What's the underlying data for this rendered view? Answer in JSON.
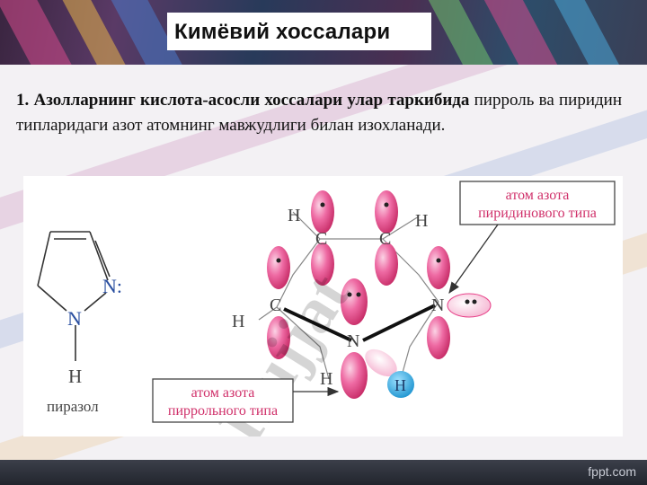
{
  "slide_title": "Кимёвий хоссалари",
  "paragraph": {
    "bold_part": "1. Азолларнинг кислота-асосли хоссалари улар таркибида",
    "regular_part": " пирроль ва пиридин типларидаги азот атомнинг мавжудлиги билан изохланади."
  },
  "figure": {
    "pyrazole": {
      "n_upper": "N:",
      "n_lower": "N",
      "h_bottom": "H",
      "caption": "пиразол"
    },
    "orbital_diagram": {
      "atoms": {
        "h_top_left": "H",
        "h_top_right": "H",
        "c_top_left": "C",
        "c_top_right": "C",
        "c_left": "C",
        "n_right": "N",
        "h_left": "H",
        "n_center": "N",
        "h_bottom": "H",
        "h_blue": "H"
      },
      "label_pyridine_line1": "атом азота",
      "label_pyridine_line2": "пиридинового типа",
      "label_pyrrole_line1": "атом азота",
      "label_pyrrole_line2": "пиррольного типа"
    },
    "watermark": "Hujjat"
  },
  "footer": {
    "brand": "fppt.com"
  },
  "colors": {
    "orbital_pink": "#e8438a",
    "orbital_light": "#f7b8d4",
    "hydrogen_blue": "#27a9e1",
    "label_pink": "#d0306a"
  }
}
